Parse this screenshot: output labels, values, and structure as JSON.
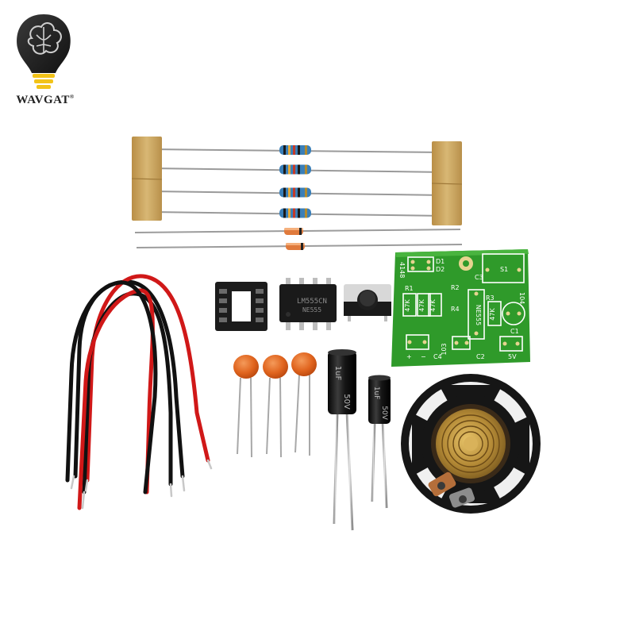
{
  "brand": {
    "name": "WAVGAT",
    "mark": "®"
  },
  "pcb_labels": {
    "ic": "NE555",
    "switch": "S1",
    "r1": "47K",
    "r2": "47K",
    "r3": "47K",
    "r4": "47K",
    "d1": "D1",
    "d2": "D2",
    "c3": "C3",
    "c4": "C4",
    "c2": "C2",
    "cap_code": "103",
    "c1": "C1",
    "r4_label": "R4",
    "r3_label": "R3",
    "r2_label": "R2",
    "r1_label": "R1",
    "code_4148": "4148",
    "code_104": "104",
    "code_5v": "5V"
  },
  "chip": {
    "marking_top": "LM555CN",
    "marking_bottom": "NE555"
  },
  "capacitors": {
    "large": {
      "line1": "1uF",
      "line2": "50V"
    },
    "small": {
      "line1": "1uF",
      "line2": "50V"
    }
  },
  "colors": {
    "pcb_green": "#2f9a2a",
    "wire_red": "#d01818",
    "wire_black": "#111111",
    "ceramic_orange": "#e0641e",
    "resistor_blue": "#3a7fb8",
    "tape": "#c9a35d"
  }
}
